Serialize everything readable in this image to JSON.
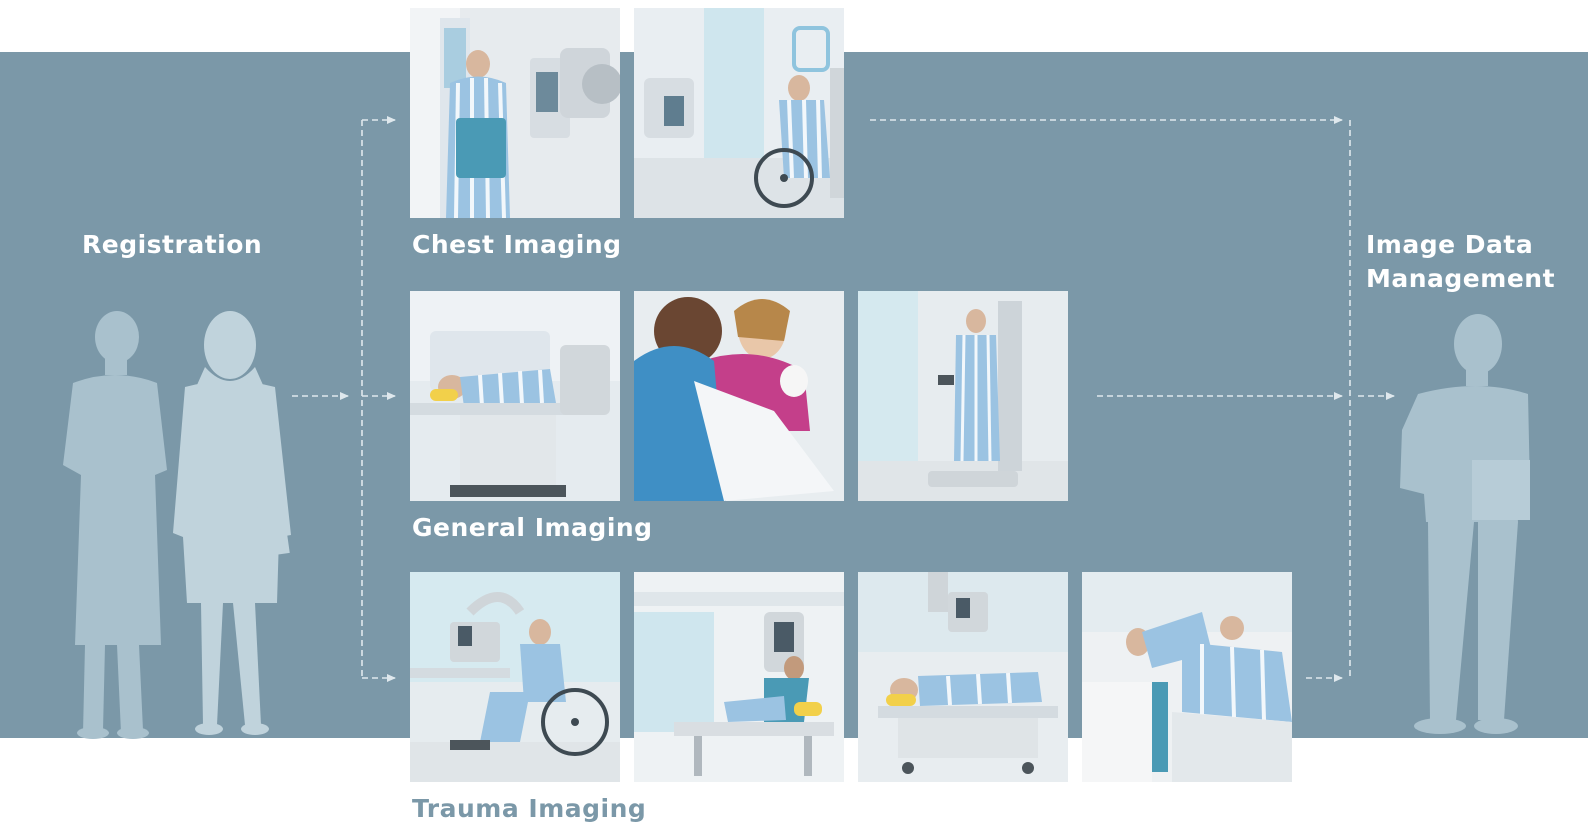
{
  "labels": {
    "registration": "Registration",
    "chest": "Chest Imaging",
    "general": "General Imaging",
    "trauma": "Trauma Imaging",
    "image_data_line1": "Image Data",
    "image_data_line2": "Management"
  },
  "colors": {
    "band": "#7b98a8",
    "silhouette": "#a9c1cd",
    "arrow": "#dfe8ed",
    "trauma_label": "#7b98a8"
  },
  "icons": {
    "registration": "staff-silhouettes-icon",
    "management": "technician-silhouette-icon"
  }
}
